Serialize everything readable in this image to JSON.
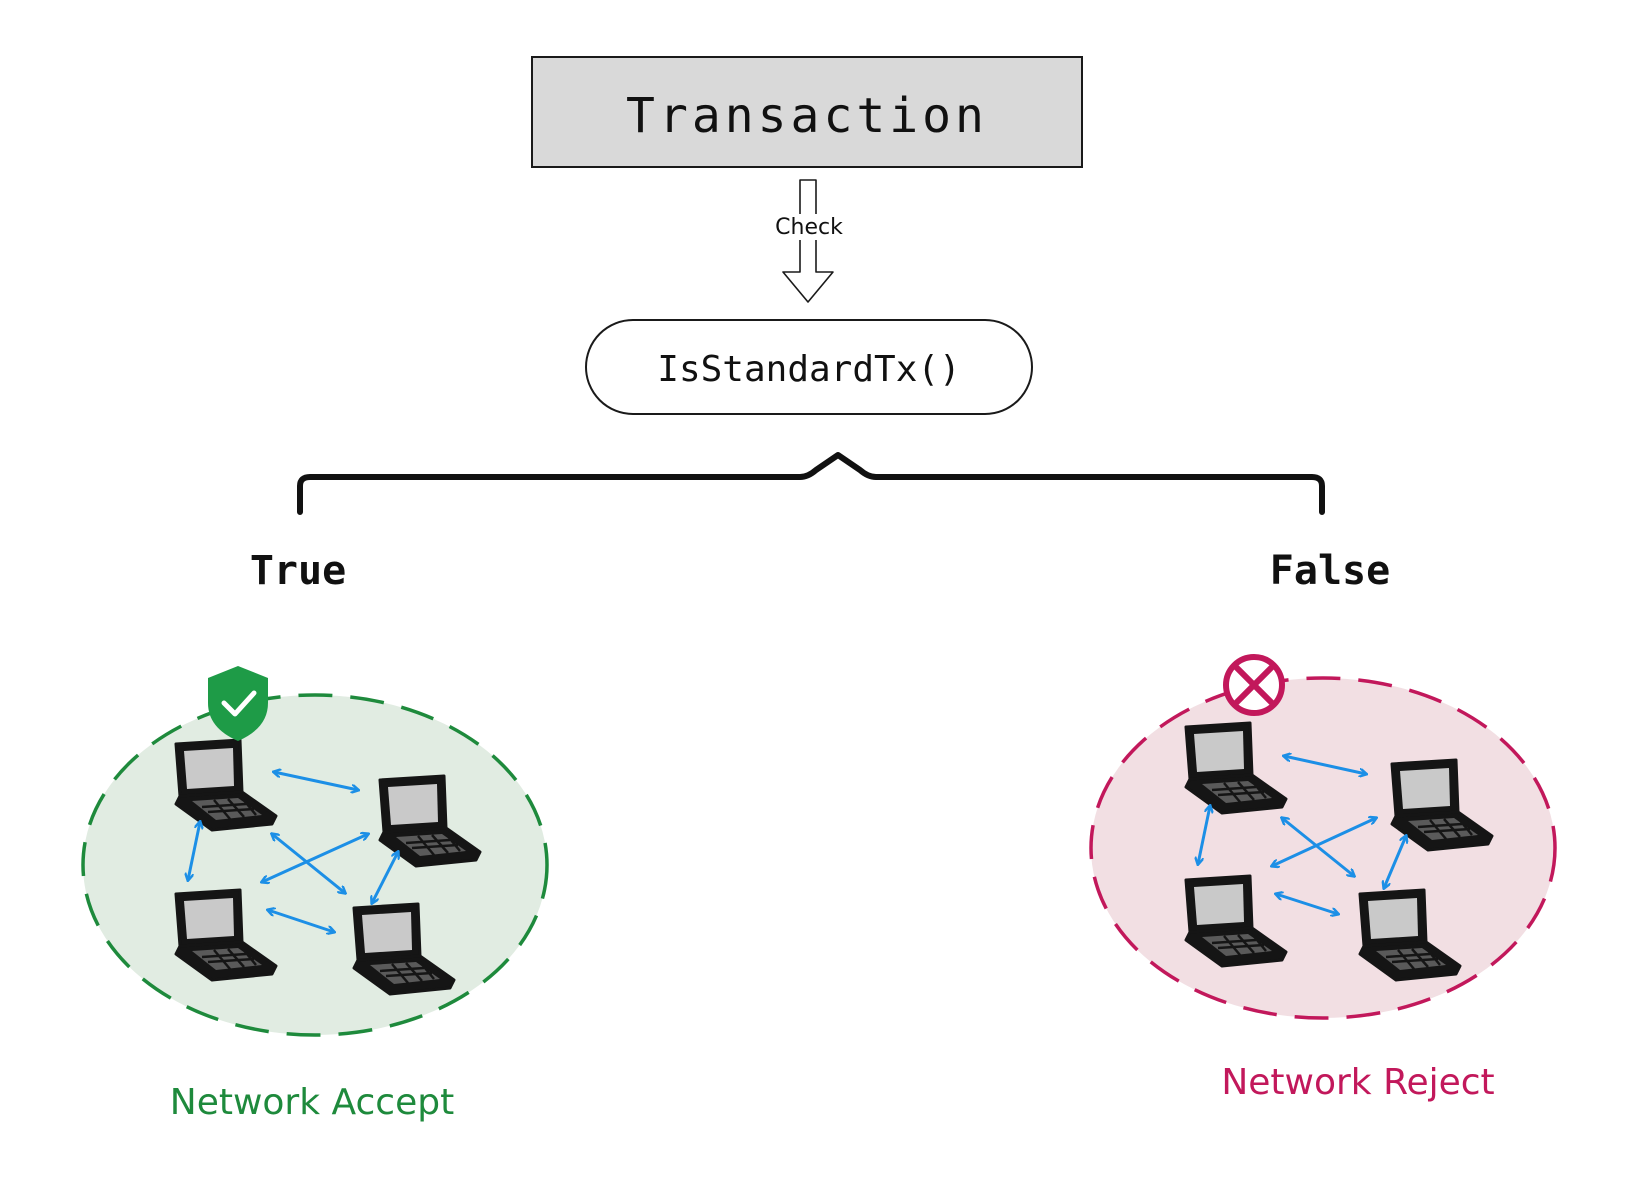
{
  "transaction": {
    "label": "Transaction"
  },
  "check": {
    "label": "Check"
  },
  "function": {
    "label": "IsStandardTx()"
  },
  "branches": {
    "true": {
      "label": "True",
      "result": "Network Accept",
      "icon": "shield-check-icon",
      "color": "#1e8a3c",
      "fill": "#e1ece2",
      "badge_color": "#1e9b47"
    },
    "false": {
      "label": "False",
      "result": "Network Reject",
      "icon": "prohibited-icon",
      "color": "#c2185b",
      "fill": "#f2dfe3",
      "badge_color": "#c2185b"
    }
  },
  "colors": {
    "box_fill": "#d9d9d9",
    "arrow": "#1c8fe6",
    "laptop_body": "#151515",
    "laptop_screen": "#c9c9c9"
  }
}
